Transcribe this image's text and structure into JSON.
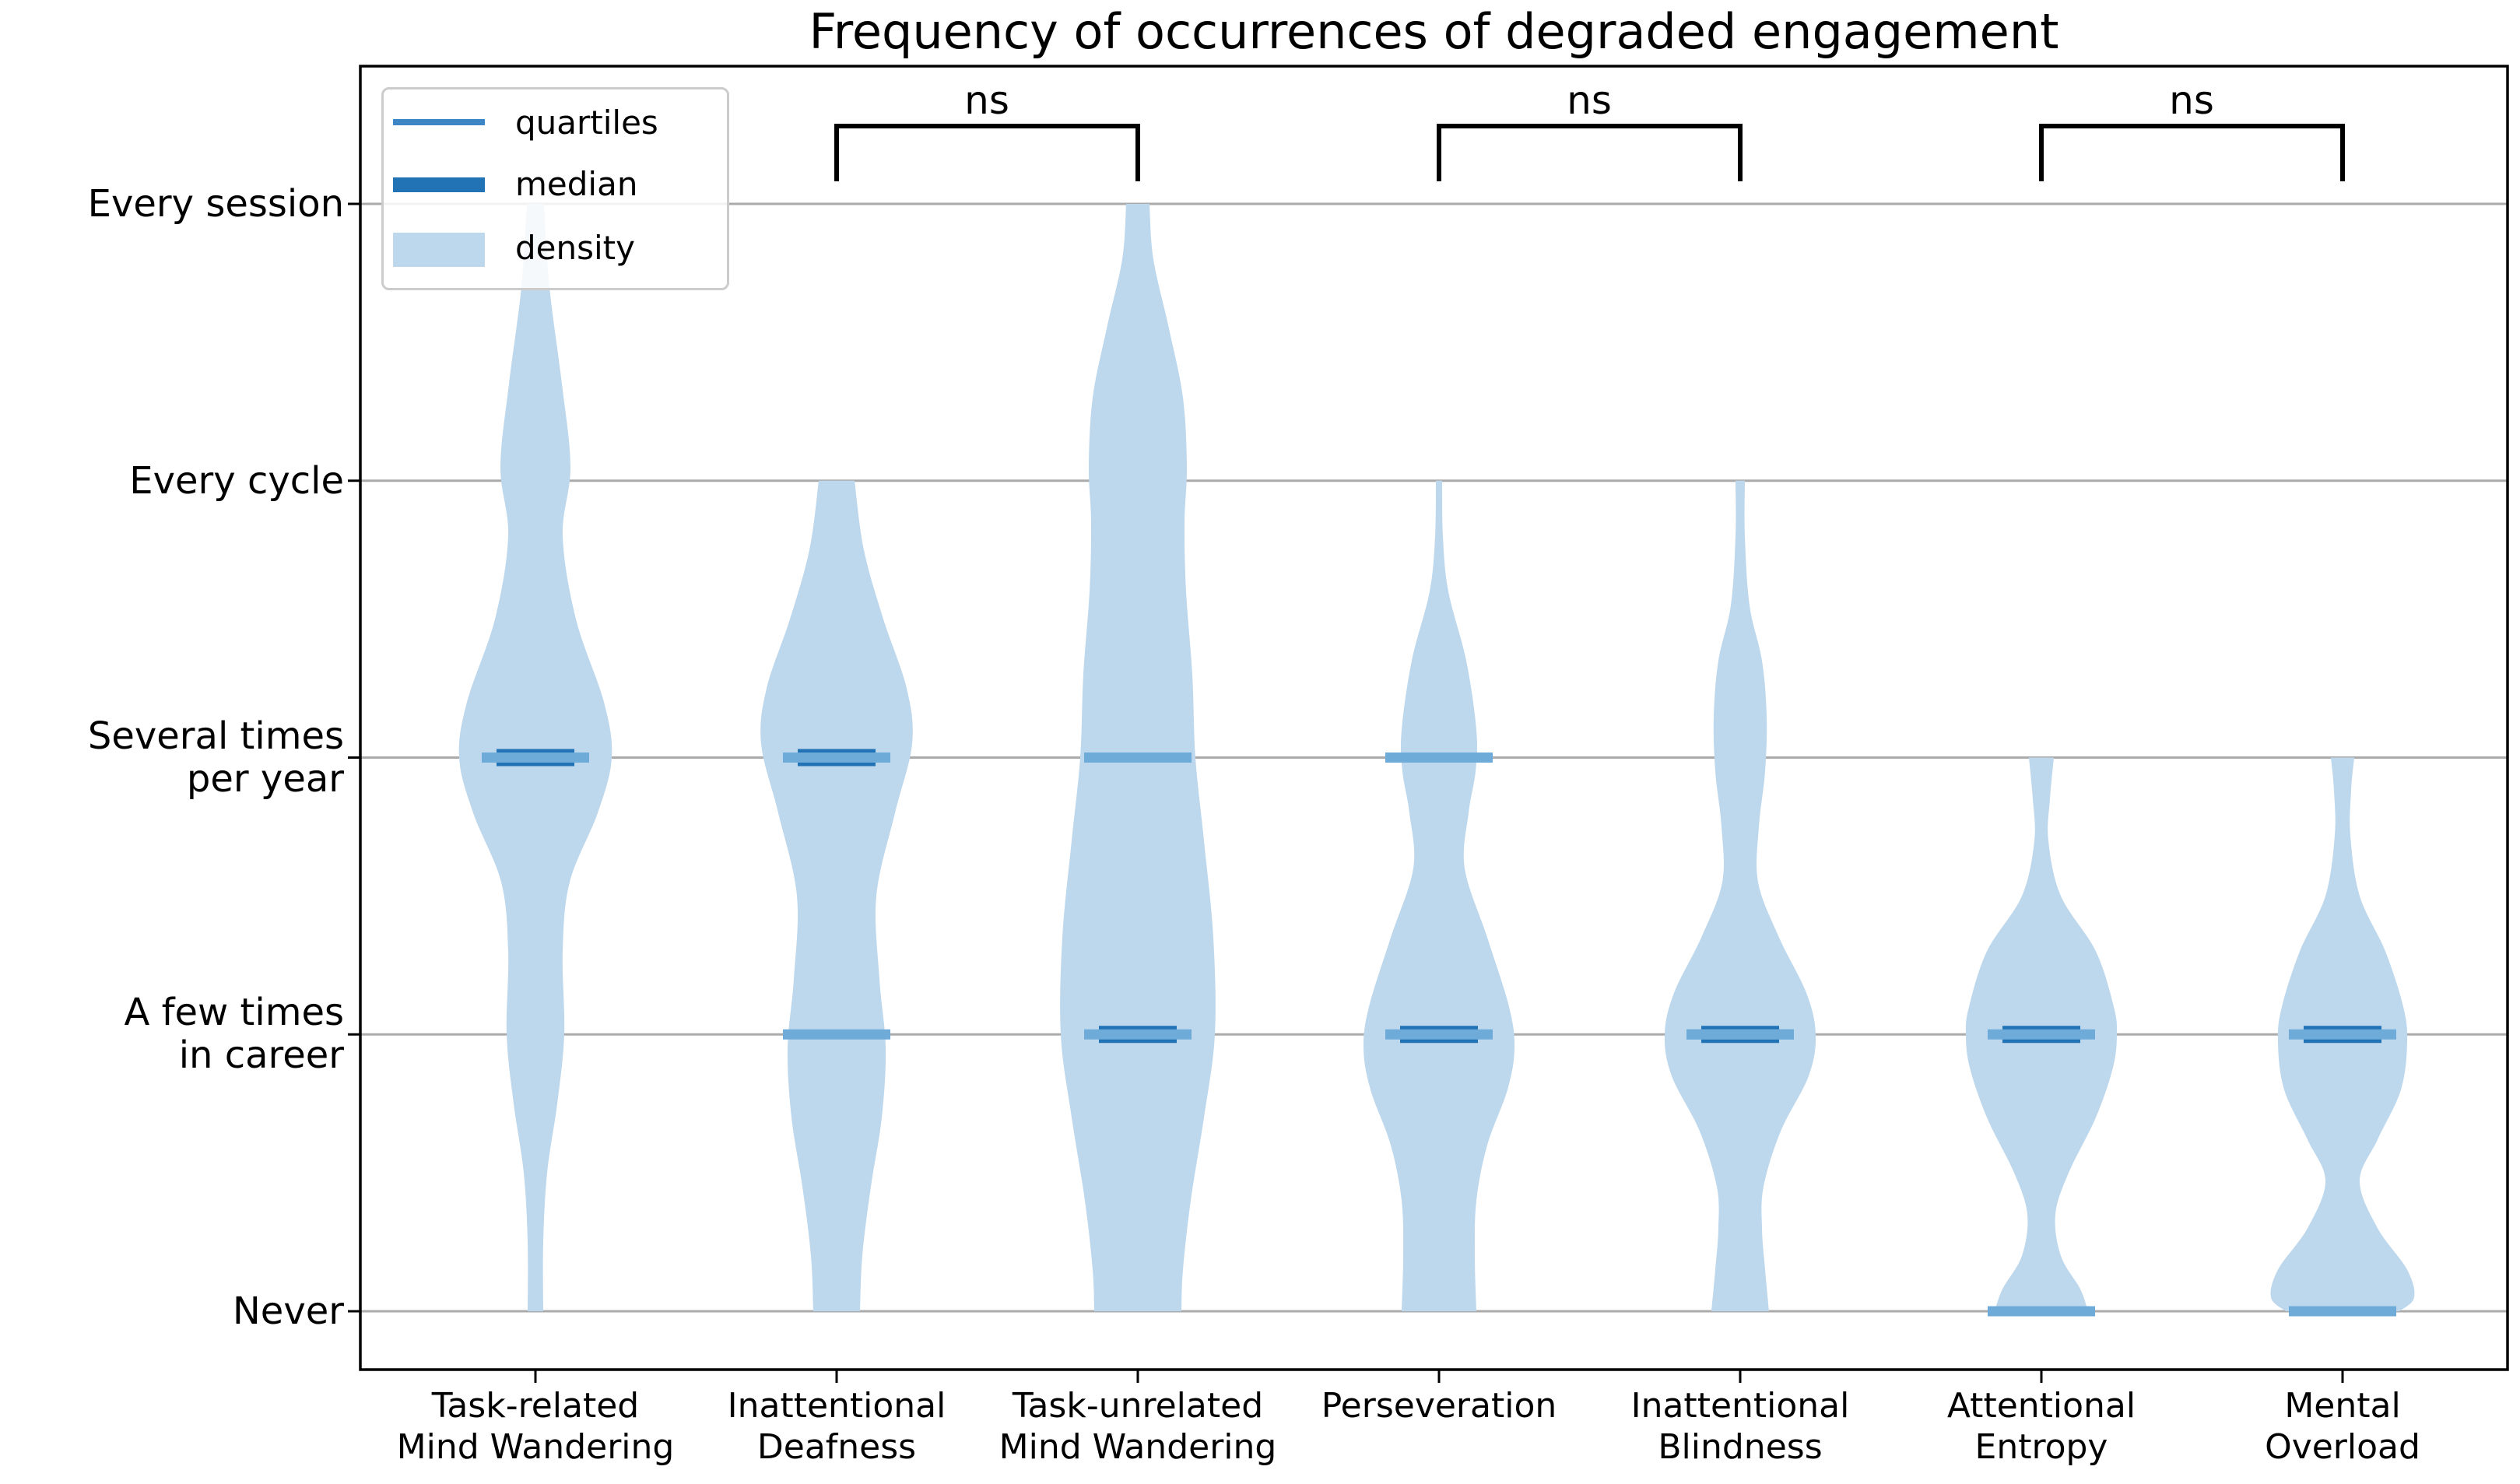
{
  "title": "Frequency of occurrences of degraded engagement",
  "colors": {
    "density": "#bdd7ec",
    "median": "#2272b6",
    "quartile": "#6fabd9",
    "quartile_legend": "#3d86c6",
    "grid": "#ababab",
    "axis": "#000000",
    "annotation": "#000000"
  },
  "legend": {
    "items": [
      {
        "label": "quartiles",
        "type": "line-thin"
      },
      {
        "label": "median",
        "type": "line-thick"
      },
      {
        "label": "density",
        "type": "patch"
      }
    ]
  },
  "yaxis": {
    "labels": [
      {
        "lines": [
          "Every session"
        ],
        "value": 4
      },
      {
        "lines": [
          "Every cycle"
        ],
        "value": 3
      },
      {
        "lines": [
          "Several times",
          "per year"
        ],
        "value": 2
      },
      {
        "lines": [
          "A few times",
          "in career"
        ],
        "value": 1
      },
      {
        "lines": [
          "Never"
        ],
        "value": 0
      }
    ]
  },
  "chart_data": {
    "type": "violin",
    "title": "Frequency of occurrences of degraded engagement",
    "y_categories": [
      "Never",
      "A few times in career",
      "Several times per year",
      "Every cycle",
      "Every session"
    ],
    "y_values": [
      0,
      1,
      2,
      3,
      4
    ],
    "grid": true,
    "legend_position": "upper left",
    "violins": [
      {
        "category_lines": [
          "Task-related",
          "Mind Wandering"
        ],
        "extent": [
          0,
          4
        ],
        "median": 2,
        "quartiles": [
          2,
          2
        ],
        "profile": [
          [
            4.0,
            11
          ],
          [
            3.7,
            18
          ],
          [
            3.35,
            34
          ],
          [
            3.05,
            45
          ],
          [
            2.8,
            35
          ],
          [
            2.5,
            52
          ],
          [
            2.2,
            88
          ],
          [
            2.0,
            98
          ],
          [
            1.8,
            80
          ],
          [
            1.55,
            44
          ],
          [
            1.3,
            35
          ],
          [
            1.0,
            37
          ],
          [
            0.75,
            28
          ],
          [
            0.5,
            15
          ],
          [
            0.25,
            10
          ],
          [
            0.0,
            10
          ]
        ]
      },
      {
        "category_lines": [
          "Inattentional",
          "Deafness"
        ],
        "extent": [
          0,
          3
        ],
        "median": 2,
        "quartiles": [
          1,
          2
        ],
        "profile": [
          [
            3.0,
            23
          ],
          [
            2.75,
            35
          ],
          [
            2.5,
            60
          ],
          [
            2.25,
            90
          ],
          [
            2.05,
            97
          ],
          [
            1.8,
            75
          ],
          [
            1.5,
            51
          ],
          [
            1.2,
            55
          ],
          [
            0.95,
            63
          ],
          [
            0.7,
            58
          ],
          [
            0.45,
            44
          ],
          [
            0.2,
            33
          ],
          [
            0.0,
            30
          ]
        ]
      },
      {
        "category_lines": [
          "Task-unrelated",
          "Mind Wandering"
        ],
        "extent": [
          0,
          4
        ],
        "median": 1,
        "quartiles": [
          1,
          2
        ],
        "profile": [
          [
            4.0,
            15
          ],
          [
            3.8,
            20
          ],
          [
            3.55,
            40
          ],
          [
            3.3,
            58
          ],
          [
            3.05,
            63
          ],
          [
            2.85,
            60
          ],
          [
            2.6,
            62
          ],
          [
            2.3,
            70
          ],
          [
            2.0,
            74
          ],
          [
            1.7,
            85
          ],
          [
            1.35,
            97
          ],
          [
            1.0,
            99
          ],
          [
            0.7,
            85
          ],
          [
            0.4,
            68
          ],
          [
            0.15,
            58
          ],
          [
            0.0,
            56
          ]
        ]
      },
      {
        "category_lines": [
          "Perseveration"
        ],
        "extent": [
          0,
          3
        ],
        "median": 1,
        "quartiles": [
          1,
          2
        ],
        "profile": [
          [
            3.0,
            4
          ],
          [
            2.8,
            5
          ],
          [
            2.6,
            12
          ],
          [
            2.35,
            35
          ],
          [
            2.1,
            48
          ],
          [
            1.95,
            47
          ],
          [
            1.8,
            38
          ],
          [
            1.6,
            33
          ],
          [
            1.35,
            62
          ],
          [
            1.1,
            90
          ],
          [
            0.95,
            97
          ],
          [
            0.8,
            88
          ],
          [
            0.6,
            62
          ],
          [
            0.4,
            48
          ],
          [
            0.2,
            46
          ],
          [
            0.0,
            48
          ]
        ]
      },
      {
        "category_lines": [
          "Inattentional",
          "Blindness"
        ],
        "extent": [
          0,
          3
        ],
        "median": 1,
        "quartiles": [
          1,
          1
        ],
        "profile": [
          [
            3.0,
            6
          ],
          [
            2.8,
            6
          ],
          [
            2.55,
            12
          ],
          [
            2.35,
            28
          ],
          [
            2.15,
            34
          ],
          [
            1.95,
            32
          ],
          [
            1.75,
            24
          ],
          [
            1.55,
            23
          ],
          [
            1.35,
            50
          ],
          [
            1.15,
            85
          ],
          [
            1.0,
            97
          ],
          [
            0.85,
            88
          ],
          [
            0.65,
            52
          ],
          [
            0.45,
            30
          ],
          [
            0.3,
            28
          ],
          [
            0.15,
            32
          ],
          [
            0.0,
            37
          ]
        ]
      },
      {
        "category_lines": [
          "Attentional",
          "Entropy"
        ],
        "extent": [
          0,
          2
        ],
        "median": 1,
        "quartiles": [
          0,
          1
        ],
        "profile": [
          [
            2.0,
            16
          ],
          [
            1.85,
            11
          ],
          [
            1.7,
            9
          ],
          [
            1.5,
            25
          ],
          [
            1.3,
            70
          ],
          [
            1.1,
            93
          ],
          [
            1.0,
            97
          ],
          [
            0.88,
            92
          ],
          [
            0.7,
            70
          ],
          [
            0.5,
            35
          ],
          [
            0.35,
            18
          ],
          [
            0.2,
            25
          ],
          [
            0.08,
            50
          ],
          [
            0.0,
            60
          ]
        ]
      },
      {
        "category_lines": [
          "Mental",
          "Overload"
        ],
        "extent": [
          0,
          2
        ],
        "median": 1,
        "quartiles": [
          0,
          1
        ],
        "profile": [
          [
            2.0,
            15
          ],
          [
            1.88,
            11
          ],
          [
            1.72,
            10
          ],
          [
            1.5,
            22
          ],
          [
            1.3,
            55
          ],
          [
            1.1,
            78
          ],
          [
            0.97,
            83
          ],
          [
            0.8,
            75
          ],
          [
            0.62,
            45
          ],
          [
            0.47,
            22
          ],
          [
            0.3,
            45
          ],
          [
            0.15,
            83
          ],
          [
            0.05,
            92
          ],
          [
            0.0,
            73
          ]
        ]
      }
    ],
    "annotations": [
      {
        "label": "ns",
        "between": [
          2,
          3
        ]
      },
      {
        "label": "ns",
        "between": [
          4,
          5
        ]
      },
      {
        "label": "ns",
        "between": [
          6,
          7
        ]
      }
    ]
  }
}
